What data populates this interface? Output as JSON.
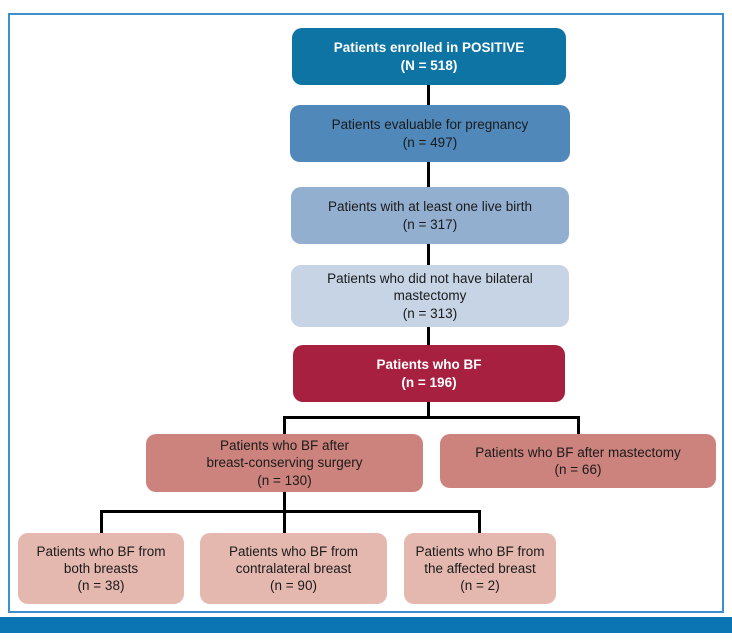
{
  "figure": {
    "palette": {
      "node_enrolled": "#0E74A4",
      "node_evaluable": "#5088BA",
      "node_live_birth": "#92AFD0",
      "node_no_bilateral": "#C6D4E6",
      "node_bf": "#A82040",
      "node_bf_branch": "#CD837D",
      "node_bf_leaf": "#E5B8AF",
      "frame_border": "#3F8FCE",
      "bottom_bar": "#0B74B2",
      "connector": "#000000",
      "text_dark": "#1A1A1A",
      "text_light": "#FFFFFF"
    },
    "nodes": [
      {
        "label": "Patients enrolled in POSITIVE",
        "n": "(N = 518)"
      },
      {
        "label": "Patients evaluable for pregnancy",
        "n": "(n = 497)"
      },
      {
        "label": "Patients with at least one live birth",
        "n": "(n = 317)"
      },
      {
        "label": "Patients who did not have bilateral\nmastectomy",
        "n": "(n = 313)"
      },
      {
        "label": "Patients who BF",
        "n": "(n = 196)"
      },
      {
        "label": "Patients who BF after\nbreast-conserving surgery",
        "n": "(n = 130)"
      },
      {
        "label": "Patients who BF after mastectomy",
        "n": "(n = 66)"
      },
      {
        "label": "Patients who BF from\nboth breasts",
        "n": "(n = 38)"
      },
      {
        "label": "Patients who BF from\ncontralateral breast",
        "n": "(n = 90)"
      },
      {
        "label": "Patients who BF from\nthe affected breast",
        "n": "(n = 2)"
      }
    ]
  }
}
